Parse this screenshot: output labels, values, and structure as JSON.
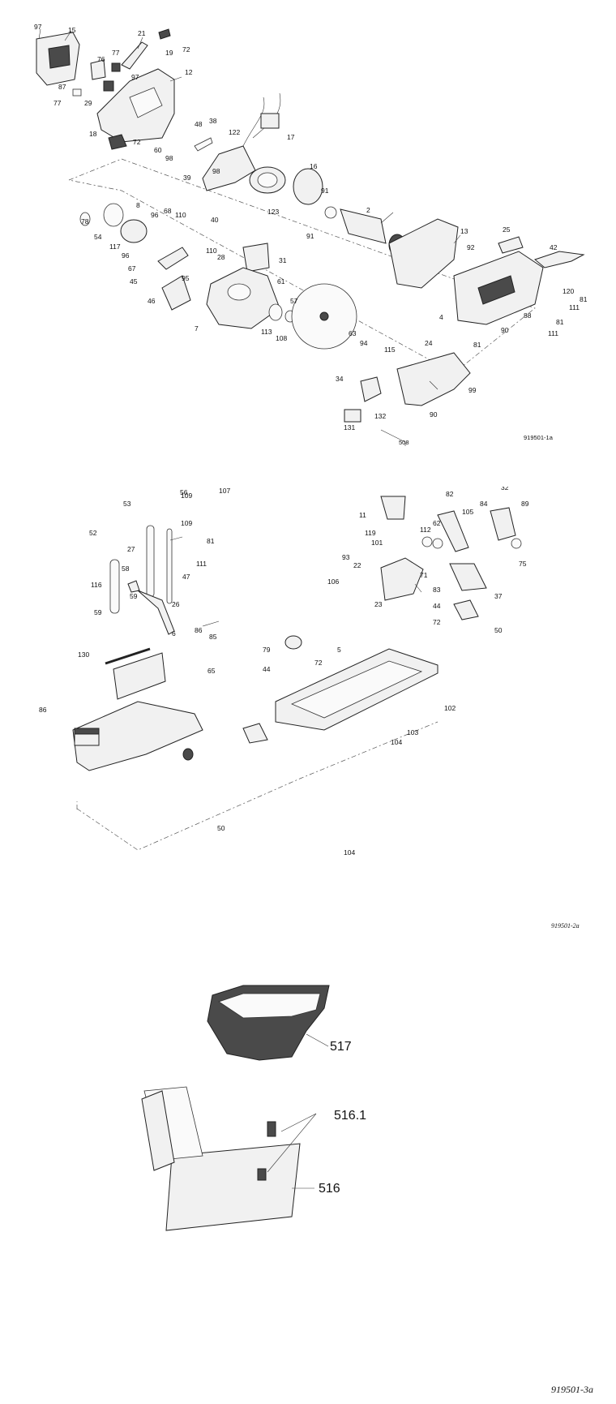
{
  "sheets": [
    {
      "code": "919501-1a",
      "labels": [
        "97",
        "15",
        "21",
        "19",
        "72",
        "97",
        "76",
        "77",
        "87",
        "77",
        "29",
        "12",
        "18",
        "72",
        "60",
        "98",
        "48",
        "38",
        "122",
        "39",
        "98",
        "17",
        "16",
        "91",
        "123",
        "91",
        "2",
        "13",
        "92",
        "25",
        "42",
        "8",
        "96",
        "68",
        "110",
        "78",
        "54",
        "117",
        "96",
        "67",
        "45",
        "46",
        "40",
        "110",
        "28",
        "95",
        "31",
        "7",
        "61",
        "57",
        "113",
        "108",
        "63",
        "94",
        "115",
        "24",
        "99",
        "34",
        "131",
        "132",
        "90",
        "508",
        "4",
        "81",
        "88",
        "90",
        "120",
        "81",
        "111",
        "81",
        "111"
      ]
    },
    {
      "code": "919501-2a",
      "labels": [
        "109",
        "53",
        "56",
        "107",
        "52",
        "109",
        "27",
        "81",
        "111",
        "47",
        "58",
        "116",
        "59",
        "59",
        "26",
        "6",
        "86",
        "85",
        "130",
        "65",
        "86",
        "32",
        "82",
        "84",
        "89",
        "11",
        "112",
        "62",
        "105",
        "119",
        "101",
        "75",
        "93",
        "22",
        "106",
        "23",
        "71",
        "37",
        "83",
        "44",
        "72",
        "50",
        "79",
        "44",
        "72",
        "5",
        "102",
        "103",
        "104",
        "50",
        "104"
      ]
    },
    {
      "code": "919501-3a",
      "labels": [
        "517",
        "516.1",
        "516"
      ]
    }
  ]
}
